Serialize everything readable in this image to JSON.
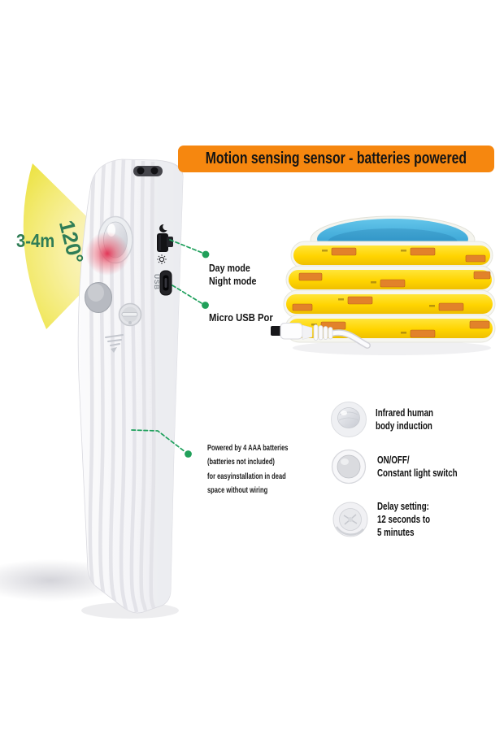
{
  "banner": {
    "label": "Motion sensing sensor - batteries powered"
  },
  "beam": {
    "range_label": "3-4m",
    "angle_label": "120°"
  },
  "device": {
    "usb_port_label": "USB"
  },
  "callouts": {
    "mode_switch": {
      "label": "Day mode\nNight mode"
    },
    "usb_port": {
      "label": "Micro USB Por"
    },
    "battery_note": {
      "label": "Powered by 4 AAA batteries\n(batteries not included)\nfor easyinstallation in dead\nspace without wiring"
    }
  },
  "features": [
    {
      "icon": "pir-dome-icon",
      "label": "Infrared human\nbody induction"
    },
    {
      "icon": "onoff-button-icon",
      "label": "ON/OFF/\nConstant light switch"
    },
    {
      "icon": "delay-dial-icon",
      "label": "Delay setting:\n12 seconds to\n5 minutes"
    }
  ],
  "colors": {
    "banner_bg": "#F6870F",
    "banner_text": "#141414",
    "annotation_green": "#2F7D56",
    "leader_green": "#1EA05C",
    "beam_yellow": "#EDE24A",
    "sensor_glow_red": "#E84C63",
    "strip_yellow": "#FFD400",
    "strip_core_blue": "#2D9FD6",
    "solder_pad_orange": "#E2822A"
  }
}
